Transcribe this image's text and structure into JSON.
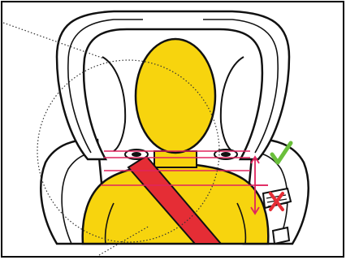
{
  "figure": {
    "subject": "child-car-seat-belt-routing",
    "colors": {
      "child": "#f7d40e",
      "belt": "#e52d35",
      "guide_lines": "#e0245e",
      "correct": "#6abf3b",
      "incorrect": "#e52d35",
      "seat_outline": "#111111",
      "seat_fill": "#ffffff",
      "frame": "#000000",
      "callout": "#333333"
    },
    "icons": {
      "correct_mark": "check-icon",
      "incorrect_mark": "cross-icon",
      "height_range": "double-arrow-icon"
    },
    "indicators": [
      {
        "name": "upper-position",
        "status": "correct"
      },
      {
        "name": "lower-position",
        "status": "incorrect"
      }
    ]
  }
}
